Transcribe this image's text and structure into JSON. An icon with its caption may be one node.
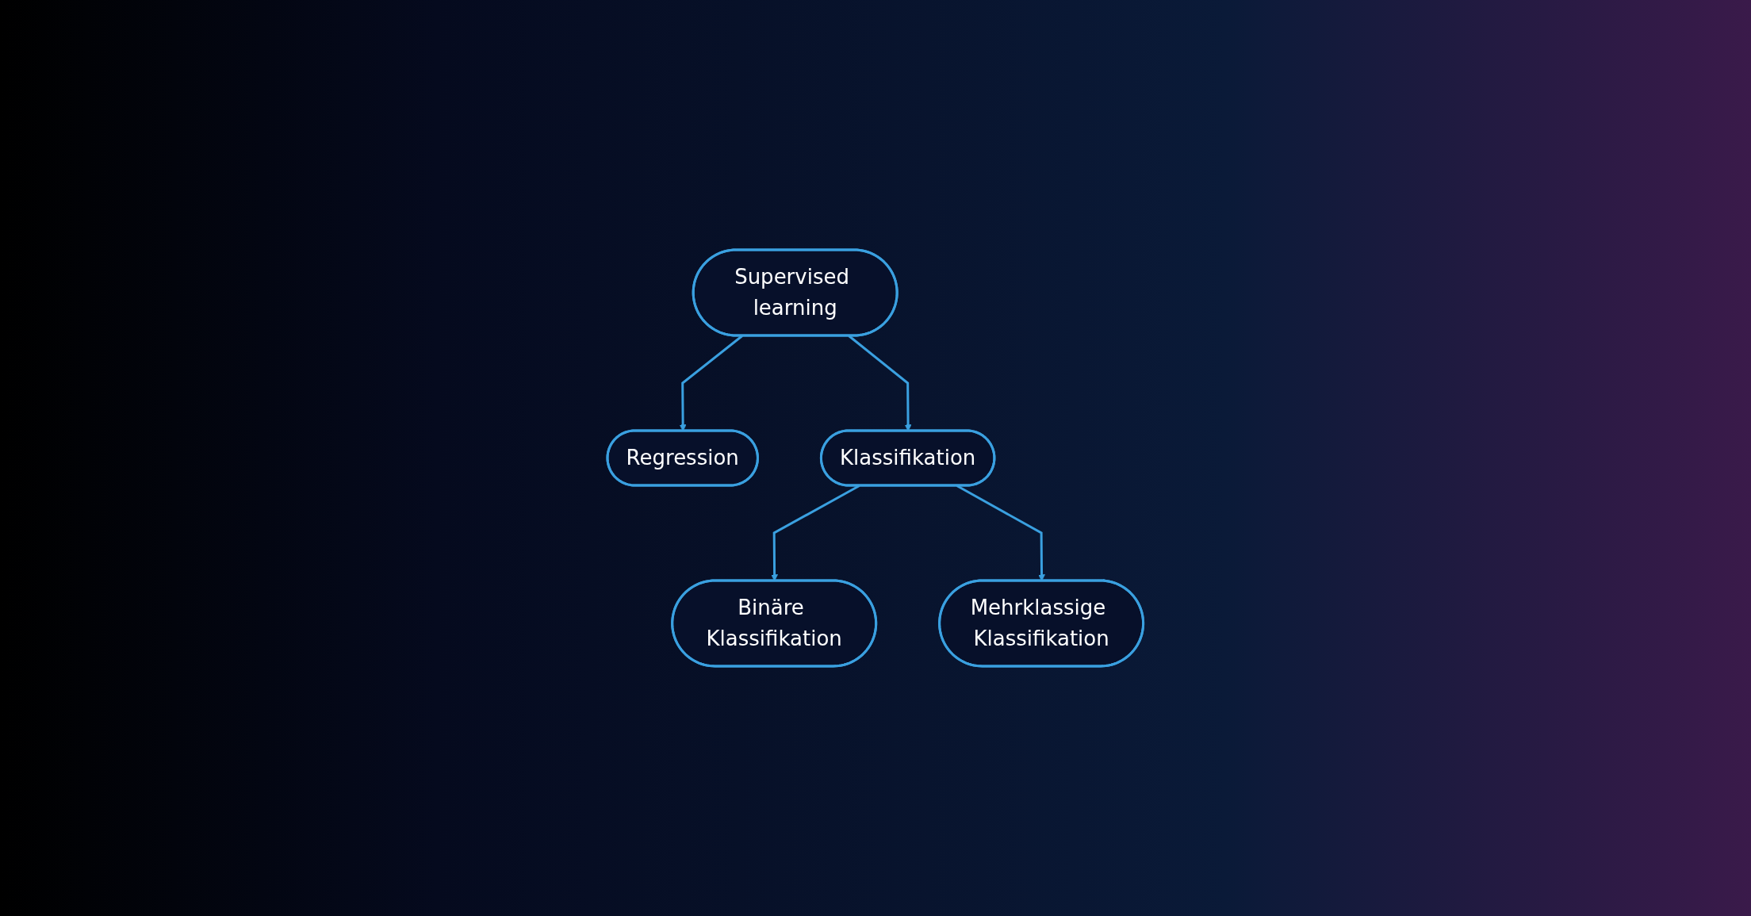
{
  "diagram": {
    "nodes": [
      {
        "text": [
          "Supervised learning"
        ]
      },
      {
        "text": [
          "Regression"
        ]
      },
      {
        "text": [
          "Klassifikation"
        ]
      },
      {
        "text": [
          "Binäre Klassifikation"
        ]
      },
      {
        "text": [
          "Mehrklassige Klassifikation"
        ]
      }
    ],
    "edges": [
      {
        "from": 0,
        "to": 1,
        "arrow": "to"
      },
      {
        "from": 0,
        "to": 2,
        "arrow": "to"
      },
      {
        "from": 2,
        "to": 3,
        "arrow": "to"
      },
      {
        "from": 2,
        "to": 4,
        "arrow": "to"
      }
    ]
  }
}
